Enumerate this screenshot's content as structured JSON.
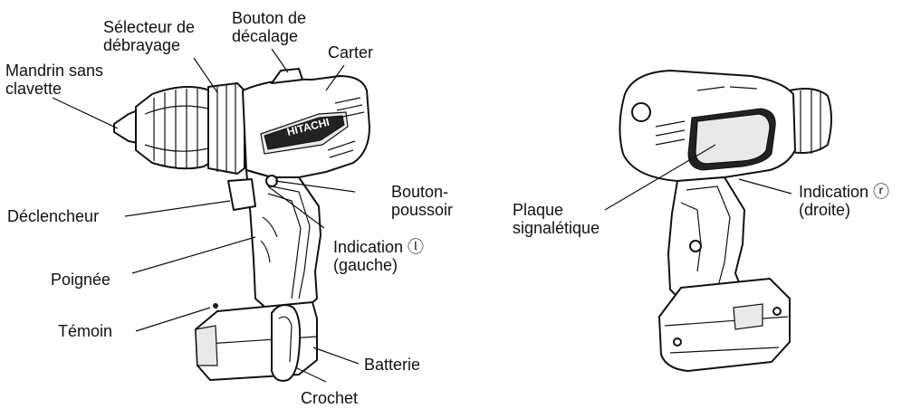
{
  "labels": {
    "mandrin": [
      "Mandrin sans",
      "clavette"
    ],
    "selecteur": [
      "Sélecteur de",
      "débrayage"
    ],
    "bouton_decalage": [
      "Bouton de",
      "décalage"
    ],
    "carter": "Carter",
    "bouton_poussoir": [
      "Bouton-",
      "poussoir"
    ],
    "declencheur": "Déclencheur",
    "indication_l": [
      "Indication ⓛ",
      "(gauche)"
    ],
    "poignee": "Poignée",
    "temoin": "Témoin",
    "batterie": "Batterie",
    "crochet": "Crochet",
    "plaque": [
      "Plaque",
      "signalétique"
    ],
    "indication_r": [
      "Indication ⓡ",
      "(droite)"
    ]
  },
  "brand_logo": "HITACHI"
}
